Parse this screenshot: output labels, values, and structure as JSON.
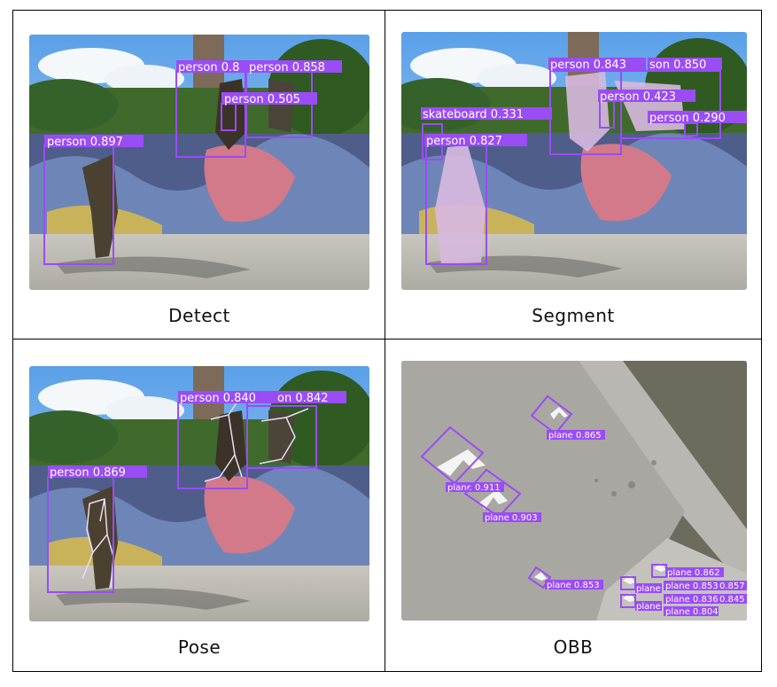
{
  "captions": {
    "detect": "Detect",
    "segment": "Segment",
    "pose": "Pose",
    "obb": "OBB"
  },
  "accent_color": "#9a4cf5",
  "detect": {
    "boxes": [
      {
        "label": "person 0.897"
      },
      {
        "label": "person 0.8"
      },
      {
        "label": "person 0.858"
      },
      {
        "label": "person 0.505"
      }
    ]
  },
  "segment": {
    "boxes": [
      {
        "label": "person 0.843"
      },
      {
        "label": "son 0.850"
      },
      {
        "label": "person 0.423"
      },
      {
        "label": "person 0.290"
      },
      {
        "label": "skateboard 0.331"
      },
      {
        "label": "person 0.827"
      }
    ]
  },
  "pose": {
    "boxes": [
      {
        "label": "person 0.840"
      },
      {
        "label": "on 0.842"
      },
      {
        "label": "person 0.869"
      }
    ]
  },
  "obb": {
    "boxes": [
      {
        "label": "plane 0.865"
      },
      {
        "label": "plane 0.911"
      },
      {
        "label": "plane 0.903"
      },
      {
        "label": "plane 0.853"
      },
      {
        "label": "plane 0.862"
      },
      {
        "label": "plane 0.853"
      },
      {
        "label": "0.857"
      },
      {
        "label": "plane 0.836"
      },
      {
        "label": "0.845"
      },
      {
        "label": "plane 0.804"
      },
      {
        "label": "plane"
      },
      {
        "label": "plane"
      }
    ]
  }
}
